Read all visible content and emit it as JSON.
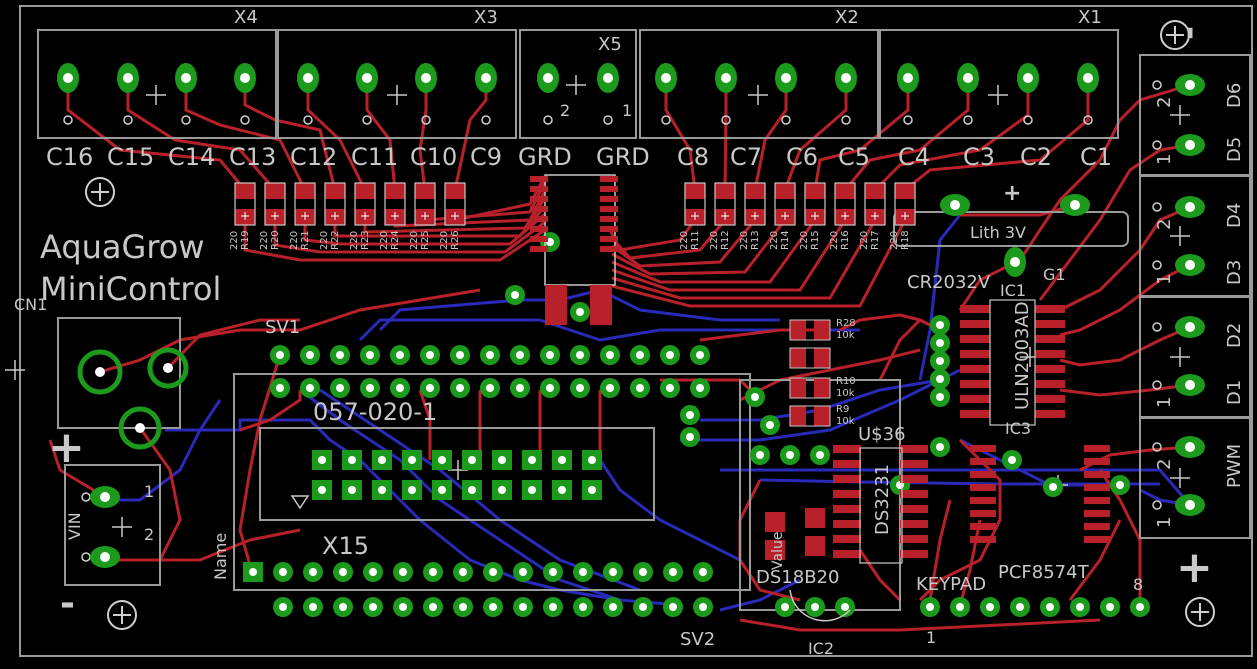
{
  "colors": {
    "background": "#000000",
    "outline": "#9a9a9a",
    "silk": "#c8c8c8",
    "top_copper": "#b8212a",
    "bottom_copper": "#2a2ab8",
    "pad": "#1b9a1b",
    "pad_hole": "#ffffff"
  },
  "board": {
    "title_line1": "AquaGrow",
    "title_line2": "MiniControl"
  },
  "connectors": {
    "x4": "X4",
    "x3": "X3",
    "x5": "X5",
    "x2": "X2",
    "x1": "X1",
    "cn1": "CN1",
    "sv1": "SV1",
    "sv2": "SV2",
    "x15": "X15",
    "keypad": "KEYPAD",
    "header_part": "057-020-1",
    "name": "Name",
    "vin": "VIN",
    "pwm": "PWM",
    "keypad_pin_first": "1",
    "keypad_pin_last": "8"
  },
  "terminal_labels": [
    "C16",
    "C15",
    "C14",
    "C13",
    "C12",
    "C11",
    "C10",
    "C9",
    "GRD",
    "GRD",
    "C8",
    "C7",
    "C6",
    "C5",
    "C4",
    "C3",
    "C2",
    "C1"
  ],
  "right_labels": {
    "d6": "D6",
    "d5": "D5",
    "d4": "D4",
    "d3": "D3",
    "d2": "D2",
    "d1": "D1",
    "pin1": "1",
    "pin2": "2"
  },
  "components": {
    "lith": "Lith 3V",
    "cr2032": "CR2032V",
    "g1": "G1",
    "ic1": "IC1",
    "ic1_part": "ULN2003AD",
    "ic3": "IC3",
    "u36": "U$36",
    "ds3231": "DS3231",
    "pcf": "PCF8574T",
    "ds18b20": "DS18B20",
    "ic2": "IC2",
    "value": "Value",
    "r28": "R28",
    "r9": "R9",
    "r10": "R10",
    "val_10k": "10k"
  },
  "resistors_left": [
    "R19",
    "R20",
    "R21",
    "R22",
    "R23",
    "R24",
    "R25",
    "R26"
  ],
  "resistors_right": [
    "R11",
    "R12",
    "R13",
    "R14",
    "R15",
    "R16",
    "R17",
    "R18"
  ],
  "resistor_value": "220",
  "polarity": {
    "plus": "+",
    "minus": "-",
    "x5_pin2": "2",
    "x5_pin1": "1",
    "vin_pin1": "1",
    "vin_pin2": "2"
  }
}
